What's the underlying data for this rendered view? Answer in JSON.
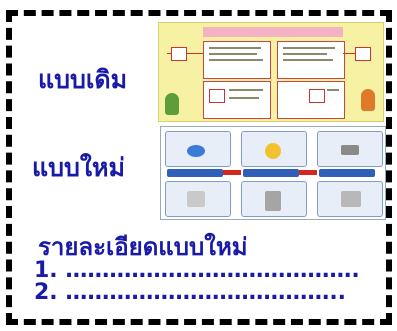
{
  "labels": {
    "old_style": "แบบเดิม",
    "new_style": "แบบใหม่",
    "new_details_heading": "รายละเอียดแบบใหม่",
    "item_1": "1. ………………………………….",
    "item_2": "2. ……………………………….."
  },
  "colors": {
    "label_text": "#1a1aa8",
    "border": "#000000",
    "old_image_bg": "#f6f1a3",
    "flow_arrow": "#d3281c"
  }
}
